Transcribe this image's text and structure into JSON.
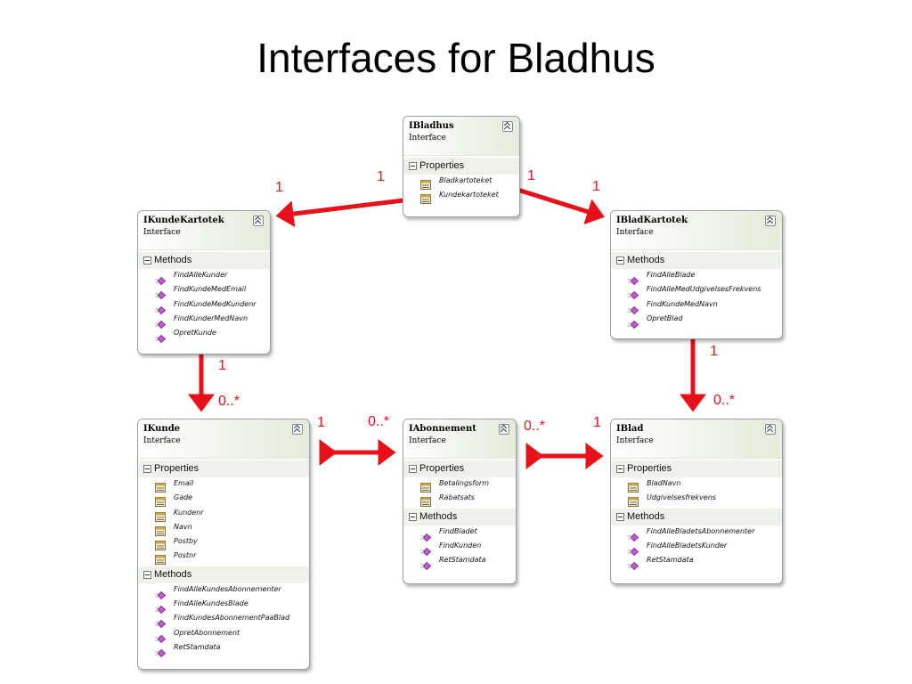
{
  "title": "Interfaces for Bladhus",
  "boxes": {
    "ibladhus": {
      "name": "IBladhus",
      "kind": "Interface",
      "sections": [
        {
          "label": "Properties",
          "type": "property",
          "members": [
            "Bladkartoteket",
            "Kundekartoteket"
          ]
        }
      ]
    },
    "ikundekartotek": {
      "name": "IKundeKartotek",
      "kind": "Interface",
      "sections": [
        {
          "label": "Methods",
          "type": "method",
          "members": [
            "FindAlleKunder",
            "FindKundeMedEmail",
            "FindKundeMedKundenr",
            "FindKunderMedNavn",
            "OpretKunde"
          ]
        }
      ]
    },
    "ibladkartotek": {
      "name": "IBladKartotek",
      "kind": "Interface",
      "sections": [
        {
          "label": "Methods",
          "type": "method",
          "members": [
            "FindAlleBlade",
            "FindAlleMedUdgivelsesFrekvens",
            "FindKundeMedNavn",
            "OpretBlad"
          ]
        }
      ]
    },
    "ikunde": {
      "name": "IKunde",
      "kind": "Interface",
      "sections": [
        {
          "label": "Properties",
          "type": "property",
          "members": [
            "Email",
            "Gade",
            "Kundenr",
            "Navn",
            "Postby",
            "Postnr"
          ]
        },
        {
          "label": "Methods",
          "type": "method",
          "members": [
            "FindAlleKundesAbonnementer",
            "FindAlleKundesBlade",
            "FindKundesAbonnementPaaBlad",
            "OpretAbonnement",
            "RetStamdata"
          ]
        }
      ]
    },
    "iabonnement": {
      "name": "IAbonnement",
      "kind": "Interface",
      "sections": [
        {
          "label": "Properties",
          "type": "property",
          "members": [
            "Betalingsform",
            "Rabatsats"
          ]
        },
        {
          "label": "Methods",
          "type": "method",
          "members": [
            "FindBladet",
            "FindKunden",
            "RetStamdata"
          ]
        }
      ]
    },
    "iblad": {
      "name": "IBlad",
      "kind": "Interface",
      "sections": [
        {
          "label": "Properties",
          "type": "property",
          "members": [
            "BladNavn",
            "Udgivelsesfrekvens"
          ]
        },
        {
          "label": "Methods",
          "type": "method",
          "members": [
            "FindAlleBladetsAbonnementer",
            "FindAlleBladetsKunder",
            "RetStamdata"
          ]
        }
      ]
    }
  },
  "multiplicities": {
    "bladhus_kunde_source": "1",
    "bladhus_kunde_target": "1",
    "bladhus_blad_source": "1",
    "bladhus_blad_target": "1",
    "kundekartotek_source": "1",
    "kundekartotek_target": "0..*",
    "bladkartotek_source": "1",
    "bladkartotek_target": "0..*",
    "kunde_abonnement_kunde": "1",
    "kunde_abonnement_abonnement": "0..*",
    "abonnement_blad_abonnement": "0..*",
    "abonnement_blad_blad": "1"
  },
  "colors": {
    "connector": "#e8111a",
    "header_tint": "#e4ecdb",
    "box_border": "#9aa0a8"
  },
  "icons": {
    "property": "property-icon",
    "method": "method-icon",
    "collapse": "collapse-chevron-icon",
    "section_toggle": "minus-toggle-icon"
  }
}
